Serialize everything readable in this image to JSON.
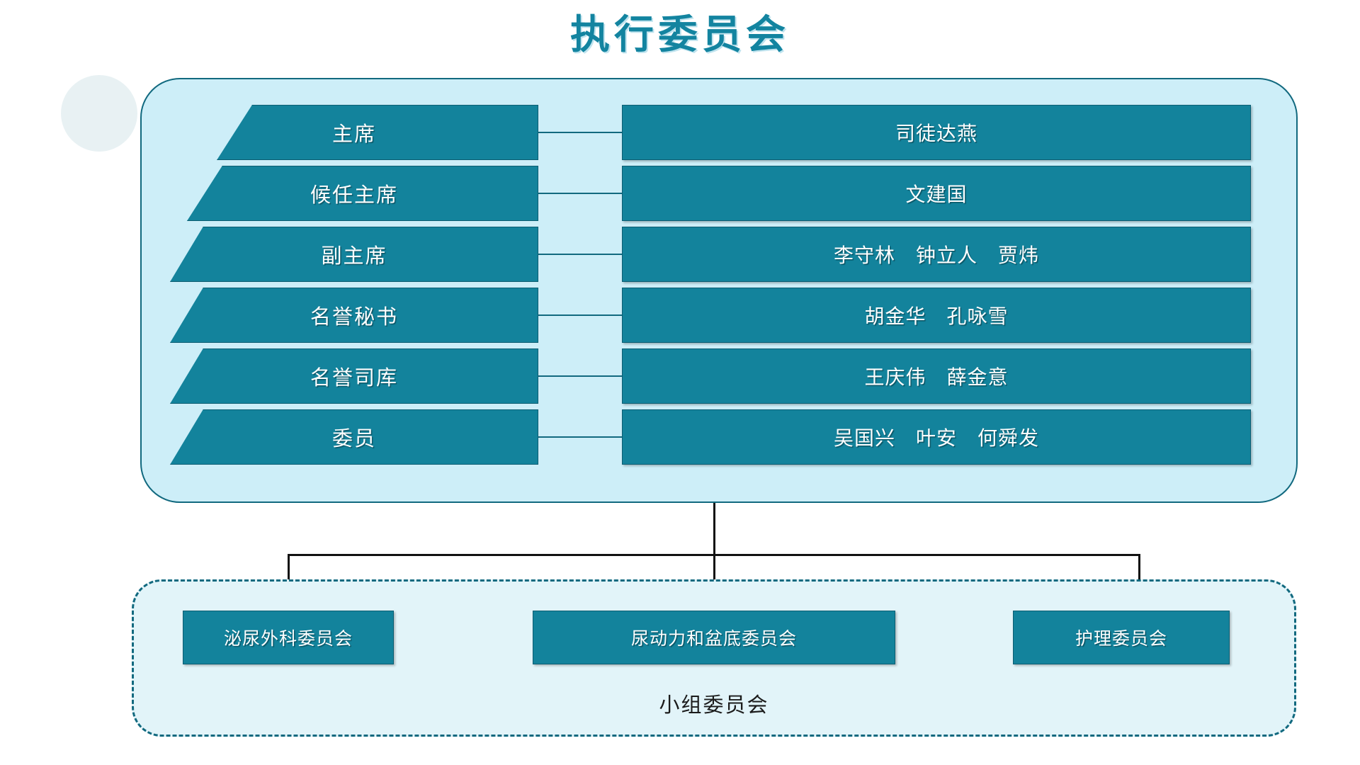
{
  "title": "执行委员会",
  "colors": {
    "accent": "#13839c",
    "accent_dark": "#11697f",
    "panel_bg": "#cdeef8",
    "sub_panel_bg": "#e2f4f9",
    "box_text": "#ffffff",
    "title_text": "#1384a0",
    "deco_circle": "#e8f1f3"
  },
  "exec": {
    "rows": [
      {
        "role": "主席",
        "names": "司徒达燕"
      },
      {
        "role": "候任主席",
        "names": "文建国"
      },
      {
        "role": "副主席",
        "names": "李守林　钟立人　贾炜"
      },
      {
        "role": "名誉秘书",
        "names": "胡金华　孔咏雪"
      },
      {
        "role": "名誉司库",
        "names": "王庆伟　薛金意"
      },
      {
        "role": "委员",
        "names": "吴国兴　叶安　何舜发"
      }
    ]
  },
  "subcommittees": {
    "caption": "小组委员会",
    "items": [
      {
        "label": "泌尿外科委员会"
      },
      {
        "label": "尿动力和盆底委员会"
      },
      {
        "label": "护理委员会"
      }
    ]
  }
}
